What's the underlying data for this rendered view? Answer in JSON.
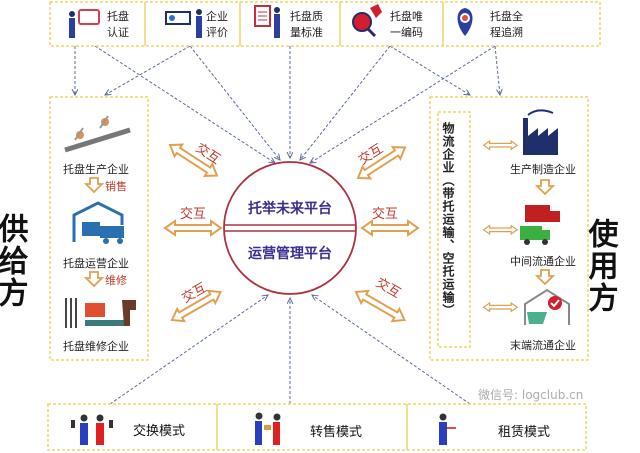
{
  "top_services": [
    {
      "icon": "certificate-person-icon",
      "line1": "托盘",
      "line2": "认证"
    },
    {
      "icon": "presentation-person-icon",
      "line1": "企业",
      "line2": "评价"
    },
    {
      "icon": "document-person-icon",
      "line1": "托盘质",
      "line2": "量标准"
    },
    {
      "icon": "magnifier-tag-icon",
      "line1": "托盘唯",
      "line2": "一编码"
    },
    {
      "icon": "location-pin-icon",
      "line1": "托盘全",
      "line2": "程追溯"
    }
  ],
  "supply_side": {
    "title": "供给方",
    "producer": "托盘生产企业",
    "sale": "销售",
    "operator": "托盘运营企业",
    "repair": "维修",
    "maintainer": "托盘维修企业"
  },
  "use_side": {
    "title": "使用方",
    "logistics": "物流企业（带托运输、空托运输）",
    "manufacturer": "生产制造企业",
    "intermediate": "中间流通企业",
    "terminal": "末端流通企业"
  },
  "platform": {
    "top": "托举未来平台",
    "bottom": "运营管理平台",
    "interaction": "交互"
  },
  "modes": [
    {
      "icon": "exchange-people-icon",
      "label": "交换模式"
    },
    {
      "icon": "handover-people-icon",
      "label": "转售模式"
    },
    {
      "icon": "rental-person-icon",
      "label": "租赁模式"
    }
  ],
  "watermark": "微信号: logclub.cn",
  "colors": {
    "border": "#e8d86a",
    "arrow": "#e0a050",
    "circle": "#b03040",
    "platform_text": "#3a2f8f",
    "dash": "#5a6a9a"
  }
}
